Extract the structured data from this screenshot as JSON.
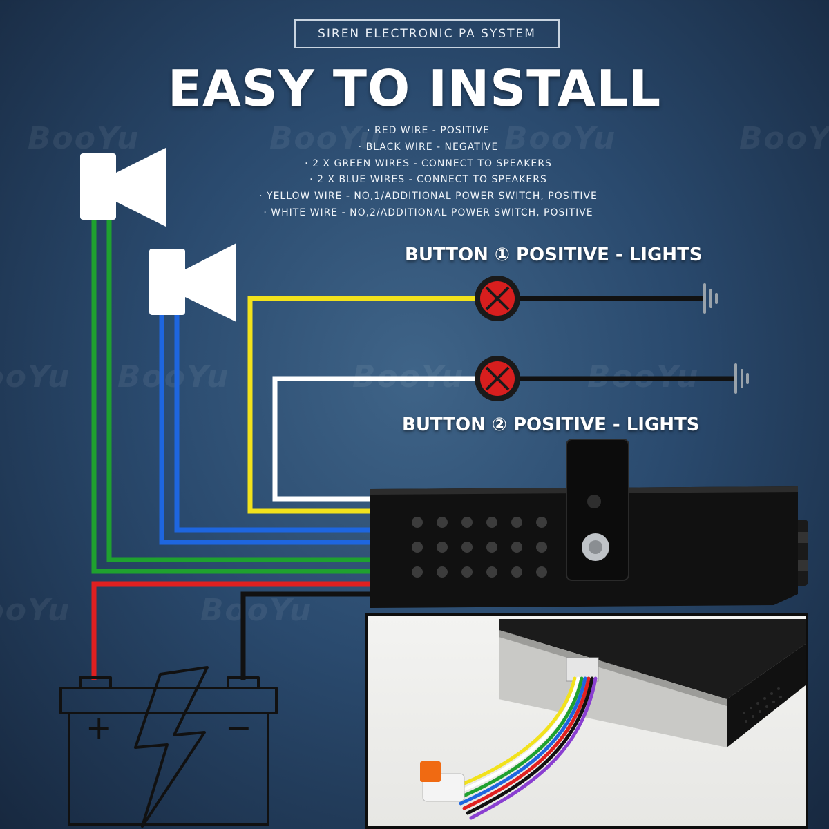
{
  "header": {
    "title": "SIREN ELECTRONIC PA SYSTEM"
  },
  "headline": "EASY TO INSTALL",
  "specs": [
    "RED WIRE - POSITIVE",
    "BLACK WIRE - NEGATIVE",
    "2 X GREEN WIRES - CONNECT TO SPEAKERS",
    "2 X BLUE WIRES - CONNECT TO SPEAKERS",
    "YELLOW WIRE - NO,1/ADDITIONAL POWER SWITCH, POSITIVE",
    "WHITE WIRE - NO,2/ADDITIONAL POWER SWITCH, POSITIVE"
  ],
  "buttons": [
    {
      "label": "BUTTON ① POSITIVE - LIGHTS"
    },
    {
      "label": "BUTTON ② POSITIVE - LIGHTS"
    }
  ],
  "battery": {
    "plus": "+",
    "minus": "−"
  },
  "watermark": "BooYu",
  "colors": {
    "red_wire": "#e02020",
    "black_wire": "#111111",
    "green_wire": "#1fa12f",
    "blue_wire": "#1e66e0",
    "yellow_wire": "#f2e21c",
    "white_wire": "#ffffff",
    "switch_red": "#d81e1e"
  }
}
